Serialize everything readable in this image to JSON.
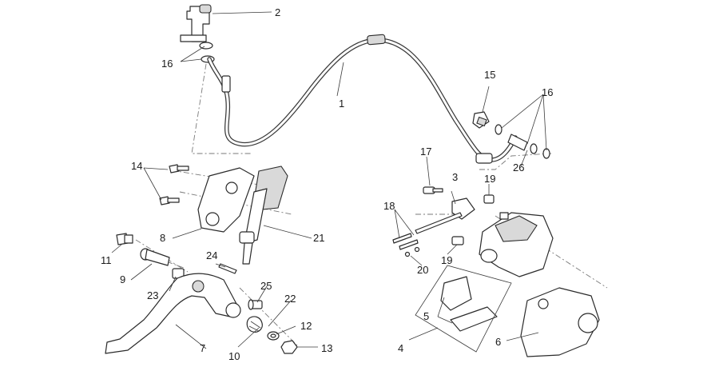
{
  "callouts": {
    "c1": "1",
    "c2": "2",
    "c3": "3",
    "c4": "4",
    "c5": "5",
    "c6": "6",
    "c7": "7",
    "c8": "8",
    "c9": "9",
    "c10": "10",
    "c11": "11",
    "c12": "12",
    "c13": "13",
    "c14": "14",
    "c15": "15",
    "c16a": "16",
    "c16b": "16",
    "c17": "17",
    "c18": "18",
    "c19a": "19",
    "c19b": "19",
    "c20": "20",
    "c21": "21",
    "c22": "22",
    "c23": "23",
    "c24": "24",
    "c25": "25",
    "c26": "26"
  }
}
